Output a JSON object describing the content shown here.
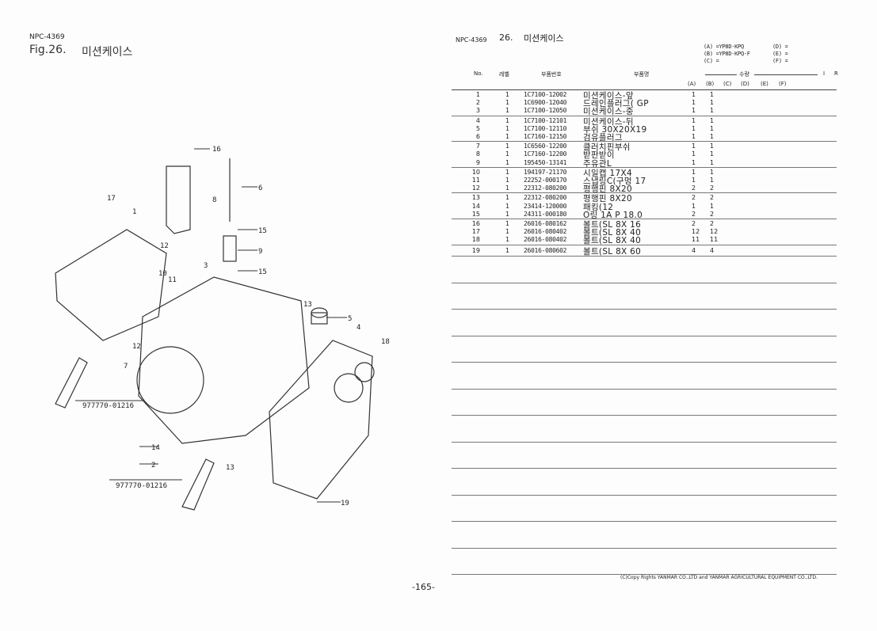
{
  "left": {
    "doc_code": "NPC-4369",
    "fig_label": "Fig.26.",
    "fig_title": "미션케이스"
  },
  "right": {
    "doc_code": "NPC-4369",
    "section_no": "26.",
    "section_title": "미션케이스"
  },
  "models": {
    "A": "(A) =YP8D-KPQ",
    "B": "(B) =YP8D-KPQ-F",
    "C": "(C) =",
    "D": "(D) =",
    "E": "(E) =",
    "F": "(F) ="
  },
  "headers": {
    "no": "No.",
    "level": "레벨",
    "part_no": "부품번호",
    "part_name": "부품명",
    "qty": "수량",
    "i": "I",
    "r": "R",
    "a": "(A)",
    "b": "(B)",
    "c": "(C)",
    "d": "(D)",
    "e": "(E)",
    "f": "(F)"
  },
  "rows": [
    {
      "no": "1",
      "lv": "1",
      "pn": "1C7100-12002",
      "name": "미션케이스-앞",
      "a": "1",
      "b": "1"
    },
    {
      "no": "2",
      "lv": "1",
      "pn": "1C6900-12040",
      "name": "드레인플러그( GP",
      "a": "1",
      "b": "1"
    },
    {
      "no": "3",
      "lv": "1",
      "pn": "1C7100-12050",
      "name": "미션케이스-중",
      "a": "1",
      "b": "1"
    },
    {
      "no": "4",
      "lv": "1",
      "pn": "1C7100-12101",
      "name": "미션케이스-뒤",
      "a": "1",
      "b": "1"
    },
    {
      "no": "5",
      "lv": "1",
      "pn": "1C7100-12110",
      "name": "부쉬 30X20X19",
      "a": "1",
      "b": "1"
    },
    {
      "no": "6",
      "lv": "1",
      "pn": "1C7160-12150",
      "name": "검유플러그",
      "a": "1",
      "b": "1"
    },
    {
      "no": "7",
      "lv": "1",
      "pn": "1C6560-12200",
      "name": "클러치핀부쉬",
      "a": "1",
      "b": "1"
    },
    {
      "no": "8",
      "lv": "1",
      "pn": "1C7160-12200",
      "name": "받판받이",
      "a": "1",
      "b": "1"
    },
    {
      "no": "9",
      "lv": "1",
      "pn": "195450-13141",
      "name": "주유관L",
      "a": "1",
      "b": "1"
    },
    {
      "no": "10",
      "lv": "1",
      "pn": "194197-21170",
      "name": "시일캡 17X4",
      "a": "1",
      "b": "1"
    },
    {
      "no": "11",
      "lv": "1",
      "pn": "22252-000170",
      "name": "스냅링C(구멍  17",
      "a": "1",
      "b": "1"
    },
    {
      "no": "12",
      "lv": "1",
      "pn": "22312-080200",
      "name": "평행핀  8X20",
      "a": "2",
      "b": "2"
    },
    {
      "no": "13",
      "lv": "1",
      "pn": "22312-080200",
      "name": "평행핀  8X20",
      "a": "2",
      "b": "2"
    },
    {
      "no": "14",
      "lv": "1",
      "pn": "23414-120000",
      "name": "패킹(12",
      "a": "1",
      "b": "1"
    },
    {
      "no": "15",
      "lv": "1",
      "pn": "24311-000180",
      "name": "O링 1A P 18.0",
      "a": "2",
      "b": "2"
    },
    {
      "no": "16",
      "lv": "1",
      "pn": "26016-080162",
      "name": "볼트(SL  8X 16",
      "a": "2",
      "b": "2"
    },
    {
      "no": "17",
      "lv": "1",
      "pn": "26016-080402",
      "name": "볼트(SL  8X 40",
      "a": "12",
      "b": "12"
    },
    {
      "no": "18",
      "lv": "1",
      "pn": "26016-080402",
      "name": "볼트(SL  8X 40",
      "a": "11",
      "b": "11"
    },
    {
      "no": "19",
      "lv": "1",
      "pn": "26016-080602",
      "name": "볼트(SL  8X 60",
      "a": "4",
      "b": "4"
    }
  ],
  "callouts": [
    "16",
    "6",
    "8",
    "17",
    "1",
    "15",
    "9",
    "12",
    "10",
    "11",
    "3",
    "15",
    "13",
    "5",
    "4",
    "18",
    "12",
    "7",
    "977770-01216",
    "14",
    "2",
    "13",
    "977770-01216",
    "19"
  ],
  "page_number": "-165-",
  "copyright": "(C)Copy Rights  YANMAR CO.,LTD and YANMAR AGRICULTURAL EQUIPMENT CO.,LTD."
}
